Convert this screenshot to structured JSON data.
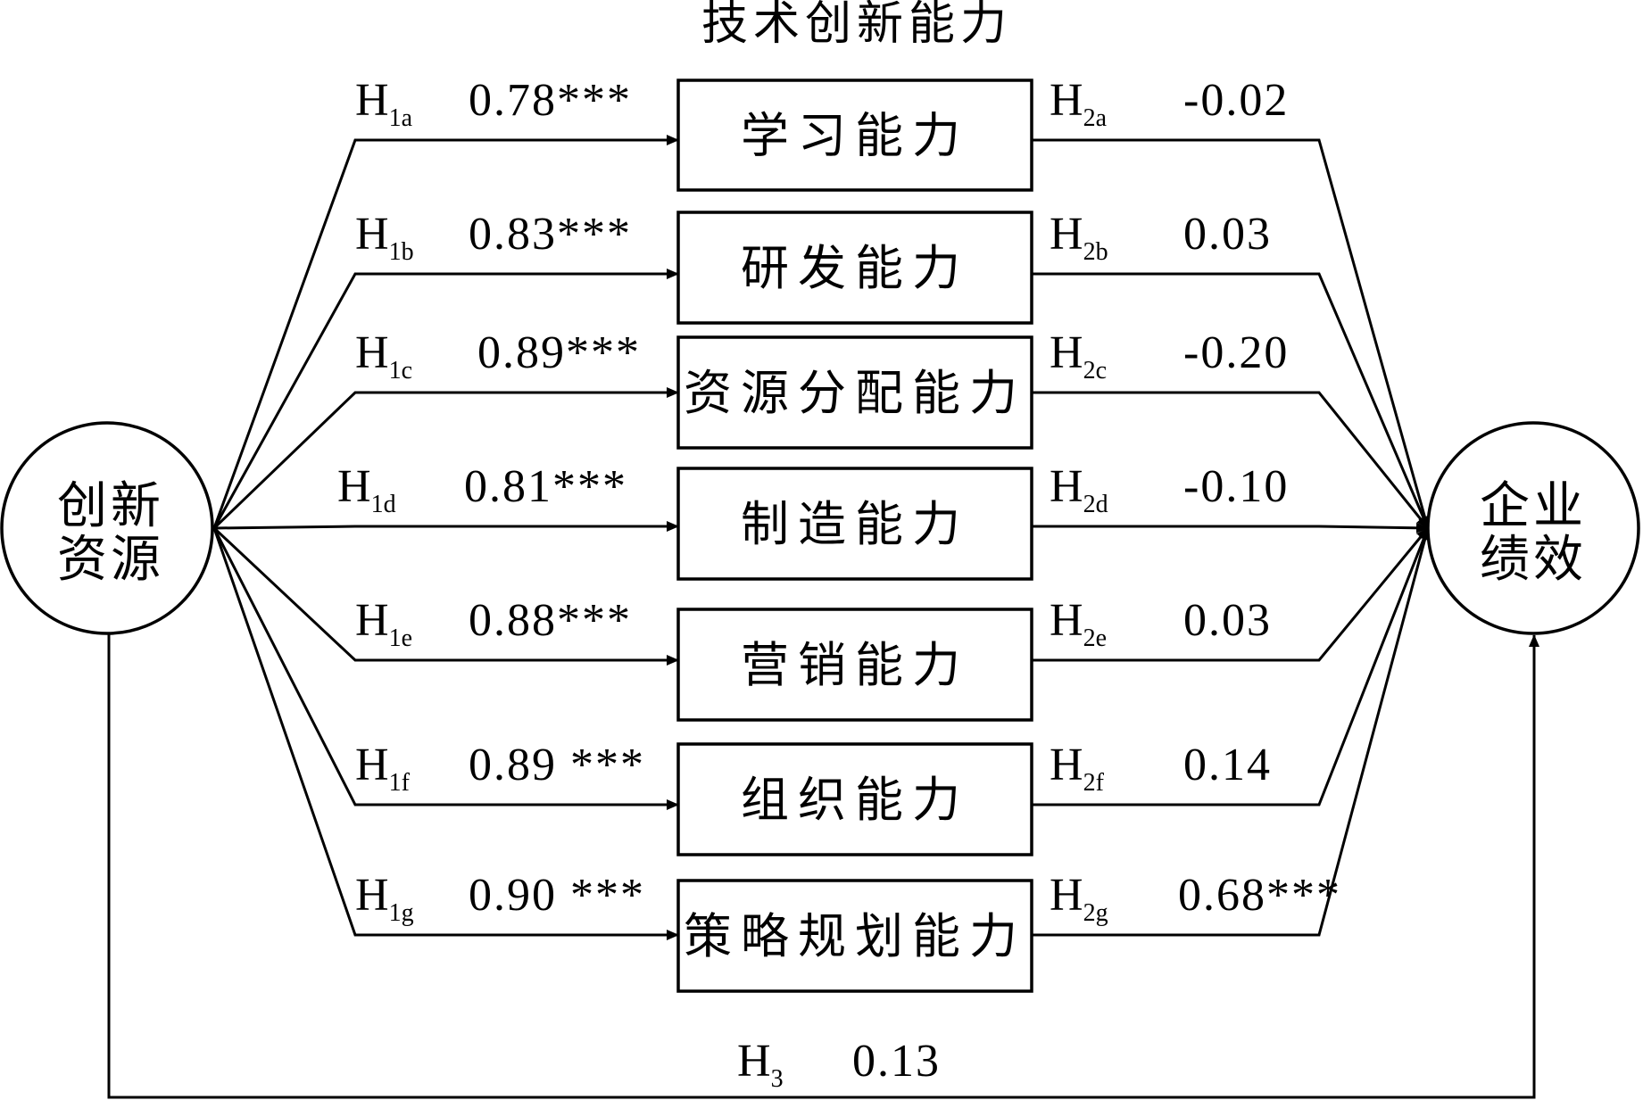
{
  "title": "技术创新能力",
  "source_node": {
    "line1": "创新",
    "line2": "资源"
  },
  "target_node": {
    "line1": "企业",
    "line2": "绩效"
  },
  "capabilities": [
    {
      "label": "学习能力",
      "h1": {
        "main": "H",
        "sub": "1a"
      },
      "coef1": "0.78***",
      "h2": {
        "main": "H",
        "sub": "2a"
      },
      "coef2": "-0.02"
    },
    {
      "label": "研发能力",
      "h1": {
        "main": "H",
        "sub": "1b"
      },
      "coef1": "0.83***",
      "h2": {
        "main": "H",
        "sub": "2b"
      },
      "coef2": "0.03"
    },
    {
      "label": "资源分配能力",
      "h1": {
        "main": "H",
        "sub": "1c"
      },
      "coef1": "0.89***",
      "h2": {
        "main": "H",
        "sub": "2c"
      },
      "coef2": "-0.20"
    },
    {
      "label": "制造能力",
      "h1": {
        "main": "H",
        "sub": "1d"
      },
      "coef1": "0.81***",
      "h2": {
        "main": "H",
        "sub": "2d"
      },
      "coef2": "-0.10"
    },
    {
      "label": "营销能力",
      "h1": {
        "main": "H",
        "sub": "1e"
      },
      "coef1": "0.88***",
      "h2": {
        "main": "H",
        "sub": "2e"
      },
      "coef2": "0.03"
    },
    {
      "label": "组织能力",
      "h1": {
        "main": "H",
        "sub": "1f"
      },
      "coef1": "0.89 ***",
      "h2": {
        "main": "H",
        "sub": "2f"
      },
      "coef2": "0.14"
    },
    {
      "label": "策略规划能力",
      "h1": {
        "main": "H",
        "sub": "1g"
      },
      "coef1": "0.90 ***",
      "h2": {
        "main": "H",
        "sub": "2g"
      },
      "coef2": "0.68***"
    }
  ],
  "direct_path": {
    "h": {
      "main": "H",
      "sub": "3"
    },
    "coef": "0.13"
  }
}
